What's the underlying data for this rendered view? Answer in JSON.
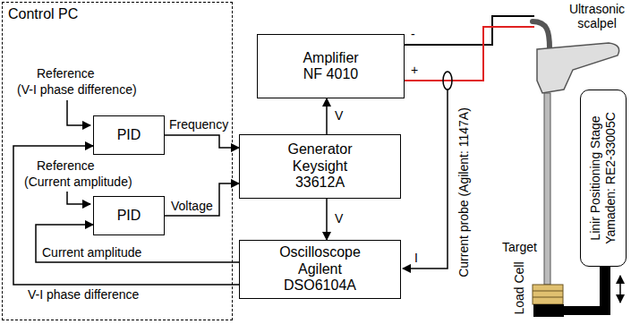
{
  "diagram": {
    "nodes": [
      {
        "text": [
          "Control PC"
        ]
      },
      {
        "text": [
          "PID"
        ],
        "in": 0
      },
      {
        "text": [
          "PID"
        ],
        "in": 0
      },
      {
        "text": [
          "Amplifier",
          "NF 4010"
        ]
      },
      {
        "text": [
          "Generator",
          "Keysight 33612A"
        ]
      },
      {
        "text": [
          "Oscilloscope",
          "Agilent DSO6104A"
        ]
      },
      {
        "text": [
          "Linir Positioning Stage",
          "Yamaden: RE2-33005C"
        ]
      }
    ],
    "edges": [
      {
        "from": 1,
        "to": 4,
        "label": "Frequency",
        "arrow": "to"
      },
      {
        "from": 2,
        "to": 4,
        "label": "Voltage",
        "arrow": "to"
      },
      {
        "from": 4,
        "to": 3,
        "label": "V",
        "arrow": "to"
      },
      {
        "from": 4,
        "to": 5,
        "label": "V",
        "arrow": "to"
      },
      {
        "from": 5,
        "to": 2,
        "label": "Current amplitude",
        "arrow": "to"
      },
      {
        "from": 5,
        "to": 1,
        "label": "V-I phase difference",
        "arrow": "to"
      }
    ],
    "labels": [
      "Reference",
      "(V-I phase difference)",
      "Reference",
      "(Current amplitude)",
      "-",
      "+",
      "I",
      "Current probe (Agilent: 1147A)",
      "Ultrasonic scalpel",
      "Target",
      "Load Cell"
    ]
  }
}
